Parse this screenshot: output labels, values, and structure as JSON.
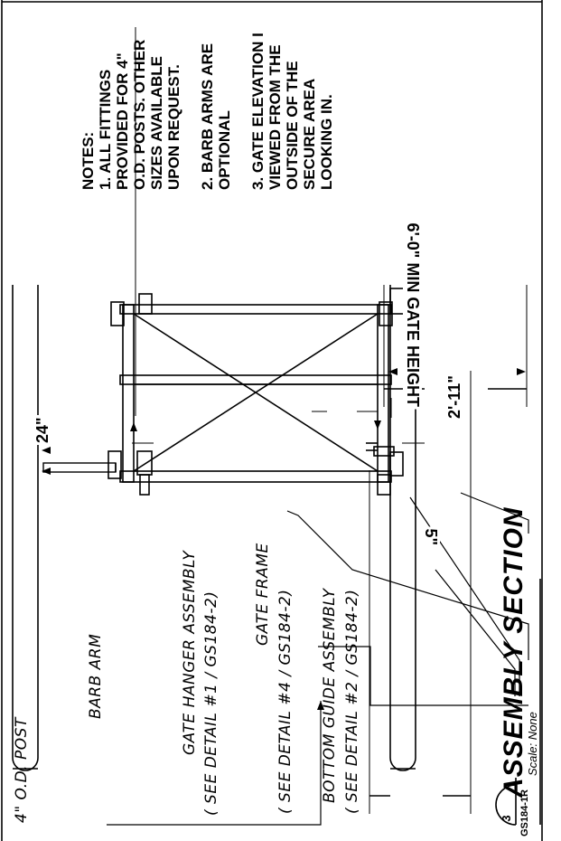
{
  "notes": {
    "heading": "NOTES:",
    "n1": [
      "1. ALL FITTINGS",
      "PROVIDED FOR 4\"",
      "O.D. POSTS. OTHER",
      "SIZES AVAILABLE",
      "UPON REQUEST."
    ],
    "n2": [
      "2. BARB ARMS ARE",
      "OPTIONAL"
    ],
    "n3": [
      "3. GATE ELEVATION I",
      "VIEWED FROM THE",
      "OUTSIDE OF THE",
      "SECURE AREA",
      "LOOKING IN."
    ]
  },
  "labels": {
    "post": "4\" O.D. POST",
    "barb": "BARB ARM",
    "hanger": "GATE HANGER ASSEMBLY",
    "hanger_ref": "( SEE DETAIL #1 / GS184-2)",
    "frame": "GATE FRAME",
    "frame_ref": "( SEE DETAIL #4 / GS184-2)",
    "guide": "BOTTOM GUIDE ASSEMBLY",
    "guide_ref": "( SEE DETAIL #2 / GS184-2)"
  },
  "dimensions": {
    "barb_width": "24\"",
    "gate_width": "2'-11\"",
    "min_height": "6'-0\" MIN GATE HEIGHT",
    "bottom_gap": "5\""
  },
  "title": {
    "detail_number": "3",
    "sheet_ref": "GS184-1R",
    "name": "ASSEMBLY SECTION",
    "scale": "Scale:  None"
  }
}
